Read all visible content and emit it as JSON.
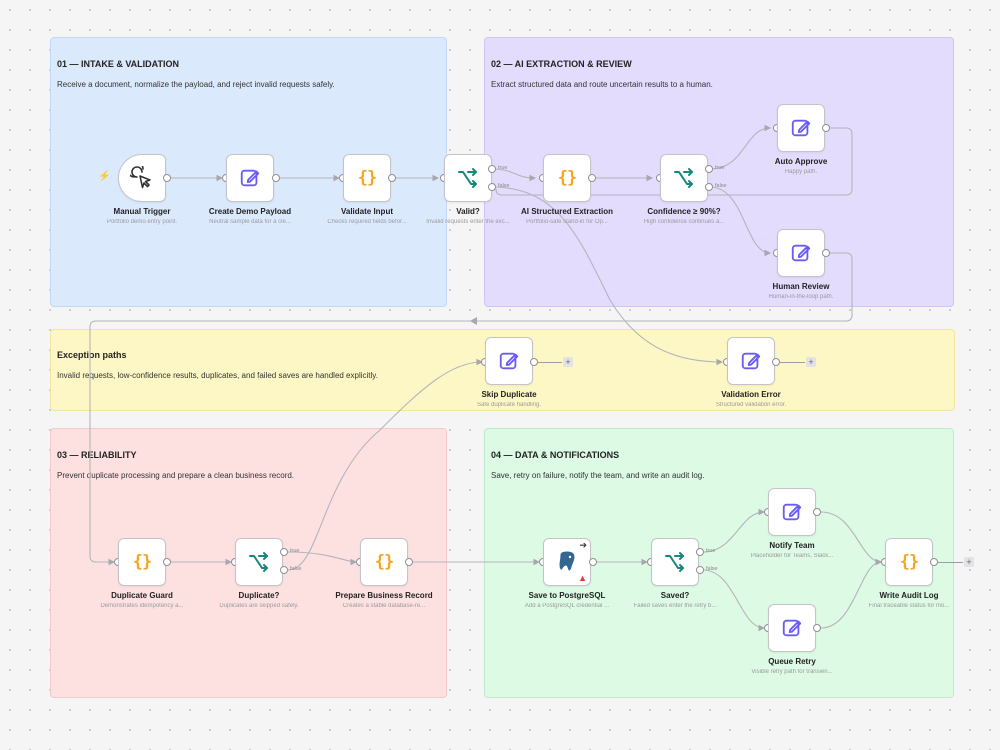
{
  "groups": {
    "intake": {
      "title": "01 — INTAKE & VALIDATION",
      "desc": "Receive a document, normalize the payload, and reject invalid requests safely."
    },
    "ai": {
      "title": "02 — AI EXTRACTION & REVIEW",
      "desc": "Extract structured data and route uncertain results to a human."
    },
    "exceptions": {
      "title": "Exception paths",
      "desc": "Invalid requests, low-confidence results, duplicates, and failed saves are handled explicitly."
    },
    "reliability": {
      "title": "03 — RELIABILITY",
      "desc": "Prevent duplicate processing and prepare a clean business record."
    },
    "data": {
      "title": "04 — DATA & NOTIFICATIONS",
      "desc": "Save, retry on failure, notify the team, and write an audit log."
    }
  },
  "nodes": {
    "manual_trigger": {
      "title": "Manual Trigger",
      "subtitle": "Portfolio demo entry point."
    },
    "create_demo_payload": {
      "title": "Create Demo Payload",
      "subtitle": "Neutral sample data for a cle..."
    },
    "validate_input": {
      "title": "Validate Input",
      "subtitle": "Checks required fields befor..."
    },
    "valid": {
      "title": "Valid?",
      "subtitle": "Invalid requests enter the exc..."
    },
    "ai_extraction": {
      "title": "AI Structured Extraction",
      "subtitle": "Portfolio-safe stand-in for Op..."
    },
    "confidence": {
      "title": "Confidence ≥ 90%?",
      "subtitle": "High confidence continues a..."
    },
    "auto_approve": {
      "title": "Auto Approve",
      "subtitle": "Happy path."
    },
    "human_review": {
      "title": "Human Review",
      "subtitle": "Human-in-the-loop path."
    },
    "skip_duplicate": {
      "title": "Skip Duplicate",
      "subtitle": "Safe duplicate handling."
    },
    "validation_error": {
      "title": "Validation Error",
      "subtitle": "Structured validation error."
    },
    "duplicate_guard": {
      "title": "Duplicate Guard",
      "subtitle": "Demonstrates idempotency a..."
    },
    "duplicate": {
      "title": "Duplicate?",
      "subtitle": "Duplicates are skipped safely."
    },
    "prepare_record": {
      "title": "Prepare Business Record",
      "subtitle": "Creates a stable database-re..."
    },
    "save_postgres": {
      "title": "Save to PostgreSQL",
      "subtitle": "Add a PostgreSQL credential ..."
    },
    "saved": {
      "title": "Saved?",
      "subtitle": "Failed saves enter the retry b..."
    },
    "notify_team": {
      "title": "Notify Team",
      "subtitle": "Placeholder for Teams, Slack..."
    },
    "queue_retry": {
      "title": "Queue Retry",
      "subtitle": "Visible retry path for transien..."
    },
    "write_audit_log": {
      "title": "Write Audit Log",
      "subtitle": "Final traceable status for mo..."
    }
  },
  "branch_labels": {
    "true": "true",
    "false": "false"
  },
  "add_button": "+",
  "trigger_icon": "⚡",
  "colors": {
    "intake_bg": "#dbe9fd",
    "ai_bg": "#e3dcfd",
    "exceptions_bg": "#fdf7c5",
    "reliability_bg": "#fde1e1",
    "data_bg": "#dcfae4",
    "edit_icon": "#6a5cf2",
    "switch_icon": "#16887a",
    "code_icon": "#f5a623"
  }
}
